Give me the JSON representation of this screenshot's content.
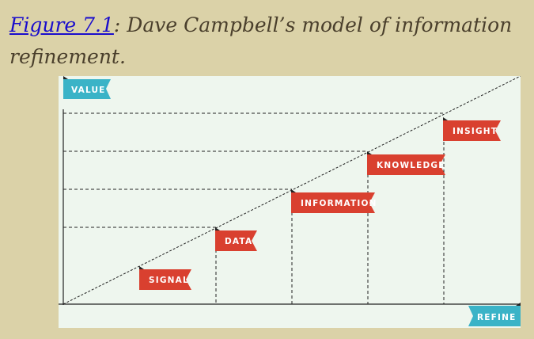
{
  "caption": {
    "figure_link": "Figure 7.1",
    "text": ": Dave Campbell’s model of information refinement."
  },
  "diagram": {
    "y_axis_label": "VALUE",
    "x_axis_label": "REFINE",
    "stages": [
      "SIGNAL",
      "DATA",
      "INFORMATION",
      "KNOWLEDGE",
      "INSIGHT"
    ],
    "colors": {
      "axis_flag": "#3ab3c7",
      "stage_flag": "#d9402f",
      "panel": "#eef6ee",
      "line": "#222222"
    }
  }
}
